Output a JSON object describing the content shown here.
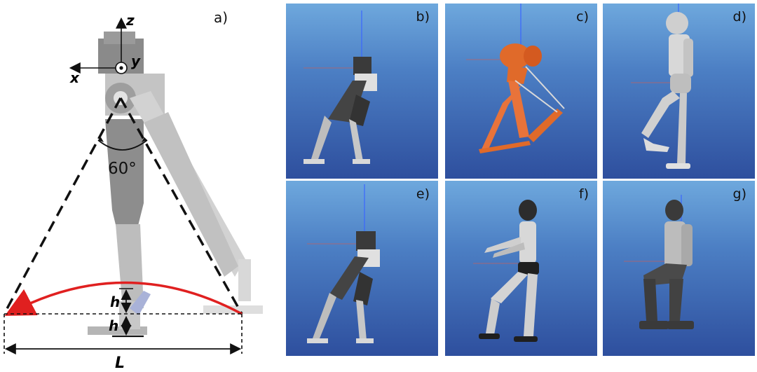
{
  "diagram": {
    "panel_a": {
      "label": "a)",
      "axes": {
        "z": "z",
        "y": "y",
        "x": "x"
      },
      "angle": "60°",
      "dims": {
        "h1": "h",
        "h2": "h",
        "L": "L"
      },
      "colors": {
        "arc": "#e02020",
        "dash": "#111111",
        "robot": "#9a9a9a"
      }
    },
    "panels": [
      {
        "id": "b",
        "label": "b)",
        "robot": "grey-biped"
      },
      {
        "id": "c",
        "label": "c)",
        "robot": "orange-cassie"
      },
      {
        "id": "d",
        "label": "d)",
        "robot": "white-humanoid"
      },
      {
        "id": "e",
        "label": "e)",
        "robot": "grey-biped"
      },
      {
        "id": "f",
        "label": "f)",
        "robot": "white-humanoid-arms"
      },
      {
        "id": "g",
        "label": "g)",
        "robot": "dark-humanoid-crouch"
      }
    ]
  }
}
